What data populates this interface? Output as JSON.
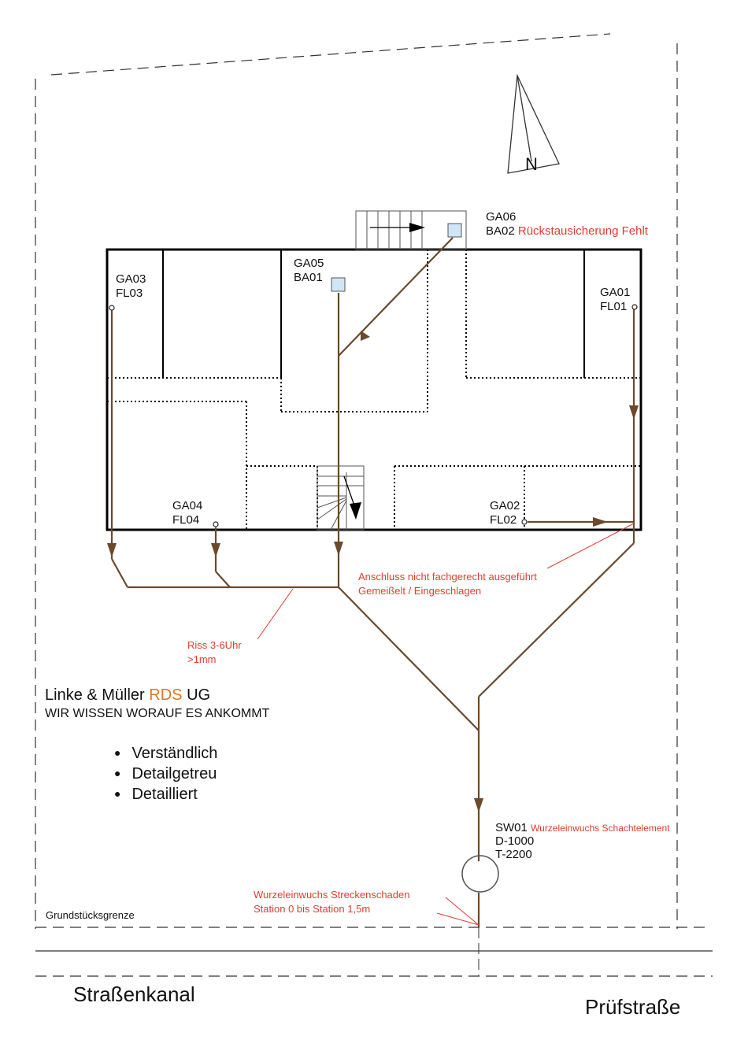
{
  "north_label": "N",
  "manholes": {
    "ga06": "GA06",
    "ba02": "BA02",
    "ba02_note": "Rückstausicherung Fehlt",
    "ga05": "GA05",
    "ba01": "BA01",
    "ga03": "GA03",
    "fl03": "FL03",
    "ga01": "GA01",
    "fl01": "FL01",
    "ga04": "GA04",
    "fl04": "FL04",
    "ga02": "GA02",
    "fl02": "FL02"
  },
  "notes": {
    "anschluss_line1": "Anschluss nicht fachgerecht ausgeführt",
    "anschluss_line2": "Gemeißelt / Eingeschlagen",
    "riss_line1": "Riss 3-6Uhr",
    "riss_line2": ">1mm",
    "wurzel_line1": "Wurzeleinwuchs Streckenschaden",
    "wurzel_line2": "Station 0 bis Station 1,5m"
  },
  "shaft": {
    "id": "SW01",
    "note": "Wurzeleinwuchs Schachtelement",
    "d": "D-1000",
    "t": "T-2200"
  },
  "company": {
    "name_part1": "Linke & Müller ",
    "name_highlight": "RDS",
    "name_part2": " UG",
    "tagline": "WIR WISSEN WORAUF ES ANKOMMT",
    "bullets": [
      "Verständlich",
      "Detailgetreu",
      "Detailliert"
    ]
  },
  "labels": {
    "boundary": "Grundstücksgrenze",
    "street_sewer": "Straßenkanal",
    "test_street": "Prüfstraße"
  },
  "colors": {
    "pipe": "#6b4a2b",
    "note_red": "#e03c31",
    "highlight_orange": "#e0761e",
    "manhole_fill": "#cfe6f7"
  }
}
